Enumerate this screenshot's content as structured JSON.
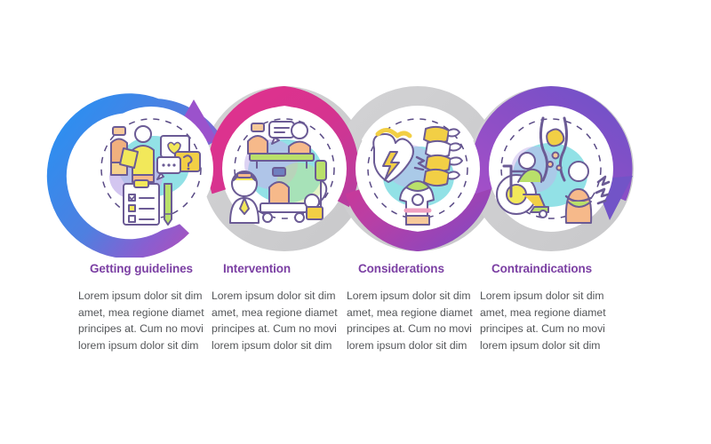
{
  "infographic": {
    "type": "circular-process-infographic",
    "step_count": 4,
    "colors": {
      "heading": "#7b3fa3",
      "body_text": "#545659",
      "ring_gray": "#cfcfd1",
      "ring_blue": "#2e8ef0",
      "ring_violet": "#8a5ed0",
      "ring_magenta": "#e0328e",
      "ring_purple": "#7b4bbd",
      "background": "#ffffff",
      "icon_blob_teal": "#6fd7dd",
      "icon_blob_purple": "#b9a6e8",
      "icon_outline": "#6b5b95",
      "icon_yellow": "#f2d64b",
      "icon_peach": "#f6b98a",
      "icon_green": "#b9e06a"
    },
    "steps": [
      {
        "index": 1,
        "heading": "Getting guidelines",
        "body": "Lorem ipsum dolor sit dim amet, mea regione diamet principes at. Cum no movi lorem ipsum dolor sit dim",
        "icon_name": "doctor-consultation-icon",
        "icon_description": "Doctor and patient with clipboard checklist, pencil and question-mark speech bubbles",
        "ring_style": "gradient-blue-to-violet-with-arrow"
      },
      {
        "index": 2,
        "heading": "Intervention",
        "body": "Lorem ipsum dolor sit dim amet, mea regione diamet principes at. Cum no movi lorem ipsum dolor sit dim",
        "icon_name": "surgery-intervention-icon",
        "icon_description": "Surgeons operating on a patient, nurse and gurney with IV drip",
        "ring_style": "gray-with-magenta-gradient"
      },
      {
        "index": 3,
        "heading": "Considerations",
        "body": "Lorem ipsum dolor sit dim amet, mea regione diamet principes at. Cum no movi lorem ipsum dolor sit dim",
        "icon_name": "heart-spine-pain-icon",
        "icon_description": "Heart with lightning bolt, spine vertebrae and person's back showing pain",
        "ring_style": "gray-with-magenta-purple-gradient"
      },
      {
        "index": 4,
        "heading": "Contraindications",
        "body": "Lorem ipsum dolor sit dim amet, mea regione diamet principes at. Cum no movi lorem ipsum dolor sit dim",
        "icon_name": "wheelchair-nerve-pain-icon",
        "icon_description": "Wheelchair user, spinal nerve diagram and person with pain indicator",
        "ring_style": "purple-gradient-with-arrow"
      }
    ]
  }
}
